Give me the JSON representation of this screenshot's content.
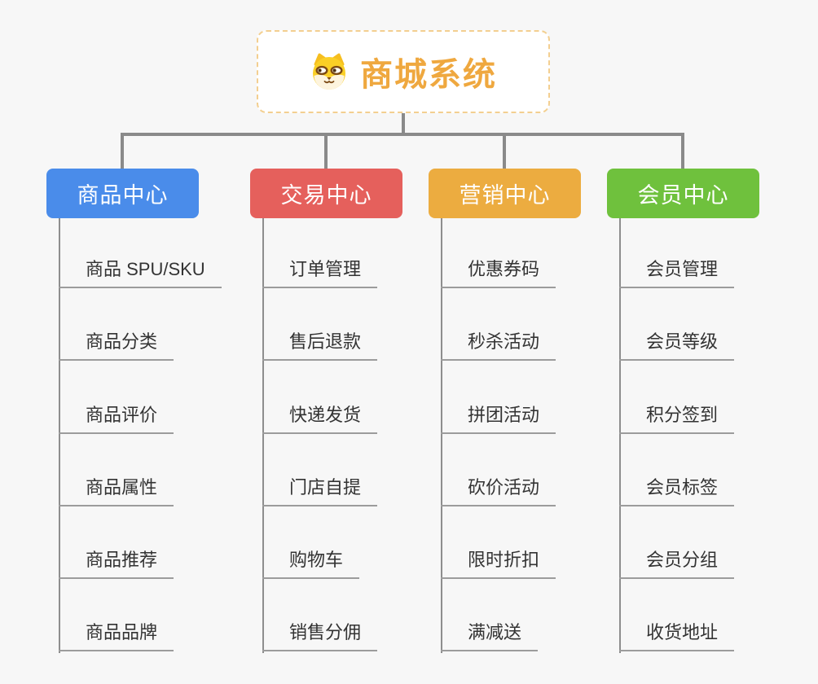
{
  "root": {
    "title": "商城系统",
    "icon": "dog-face-icon"
  },
  "branches": [
    {
      "label": "商品中心",
      "color": "#4a8cea",
      "children": [
        "商品 SPU/SKU",
        "商品分类",
        "商品评价",
        "商品属性",
        "商品推荐",
        "商品品牌"
      ]
    },
    {
      "label": "交易中心",
      "color": "#e5605c",
      "children": [
        "订单管理",
        "售后退款",
        "快递发货",
        "门店自提",
        "购物车",
        "销售分佣"
      ]
    },
    {
      "label": "营销中心",
      "color": "#ecac40",
      "children": [
        "优惠券码",
        "秒杀活动",
        "拼团活动",
        "砍价活动",
        "限时折扣",
        "满减送"
      ]
    },
    {
      "label": "会员中心",
      "color": "#6fc13d",
      "children": [
        "会员管理",
        "会员等级",
        "积分签到",
        "会员标签",
        "会员分组",
        "收货地址"
      ]
    }
  ],
  "colors": {
    "background": "#f7f7f7",
    "connector": "#8a8a8a",
    "underline": "#9c9c9c",
    "root_border": "#f3cf90",
    "root_text": "#efa83f",
    "leaf_text": "#333333"
  }
}
